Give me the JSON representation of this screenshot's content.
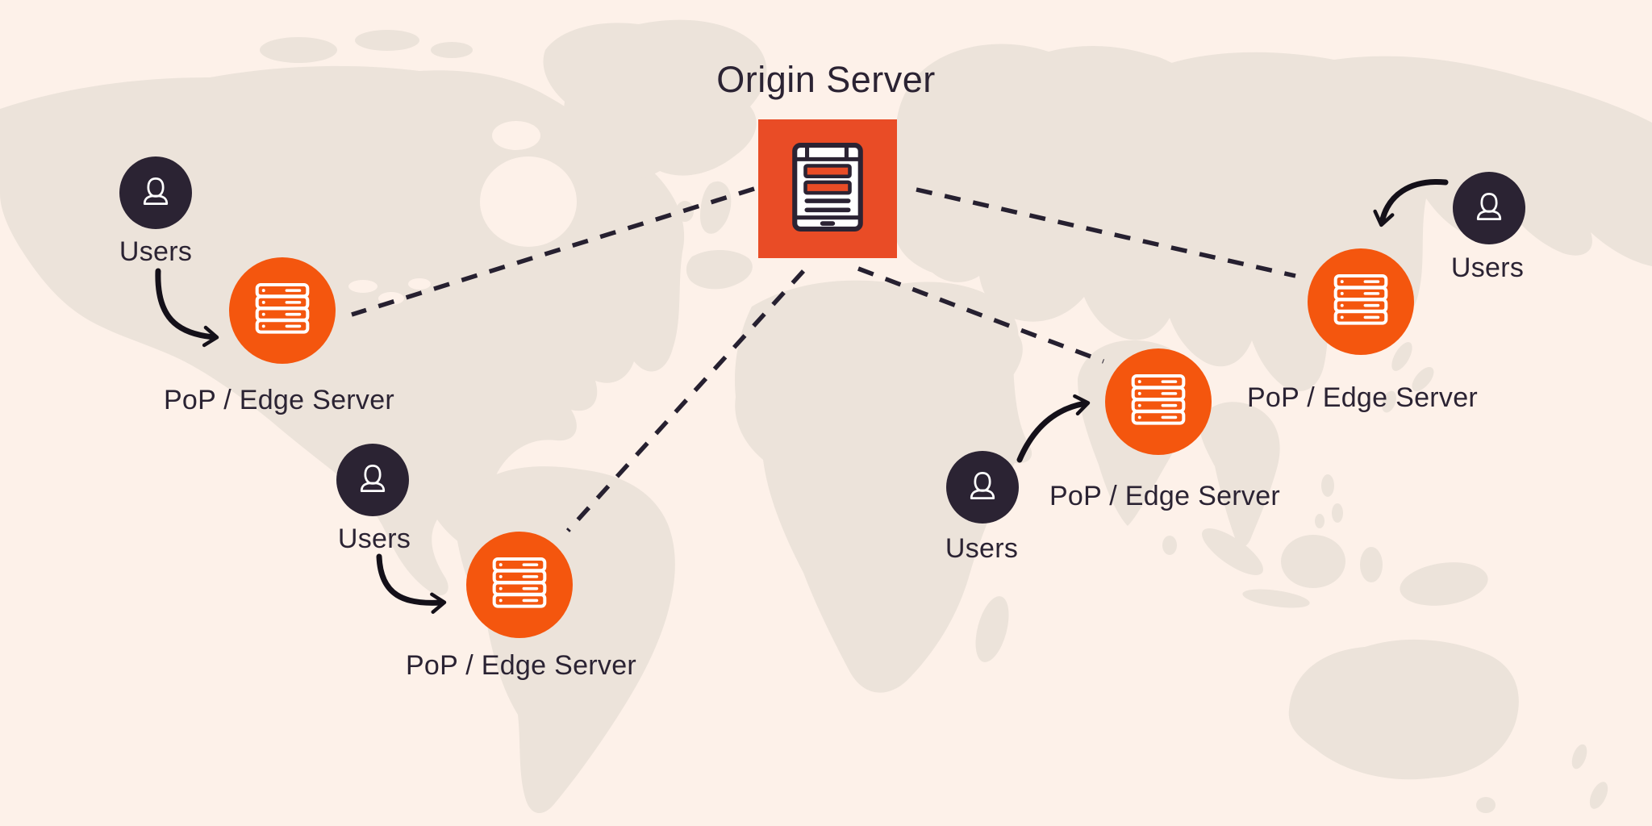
{
  "diagram_type": "cdn-network-diagram",
  "origin": {
    "label": "Origin Server"
  },
  "groups": [
    {
      "id": "north-america",
      "users_label": "Users",
      "server_label": "PoP / Edge Server"
    },
    {
      "id": "south-america",
      "users_label": "Users",
      "server_label": "PoP / Edge Server"
    },
    {
      "id": "south-asia",
      "users_label": "Users",
      "server_label": "PoP / Edge Server"
    },
    {
      "id": "east-asia",
      "users_label": "Users",
      "server_label": "PoP / Edge Server"
    }
  ],
  "icons": {
    "origin": "origin-server-document-icon",
    "edge": "server-rack-icon",
    "users": "user-icon"
  },
  "colors": {
    "background": "#fdf1e9",
    "map_land": "#ece3da",
    "origin_square": "#e94c26",
    "edge_circle": "#f4560e",
    "users_circle": "#2b2333",
    "text": "#2b2333",
    "connector": "#262030",
    "arrow": "#141019",
    "icon_white": "#ffffff"
  }
}
